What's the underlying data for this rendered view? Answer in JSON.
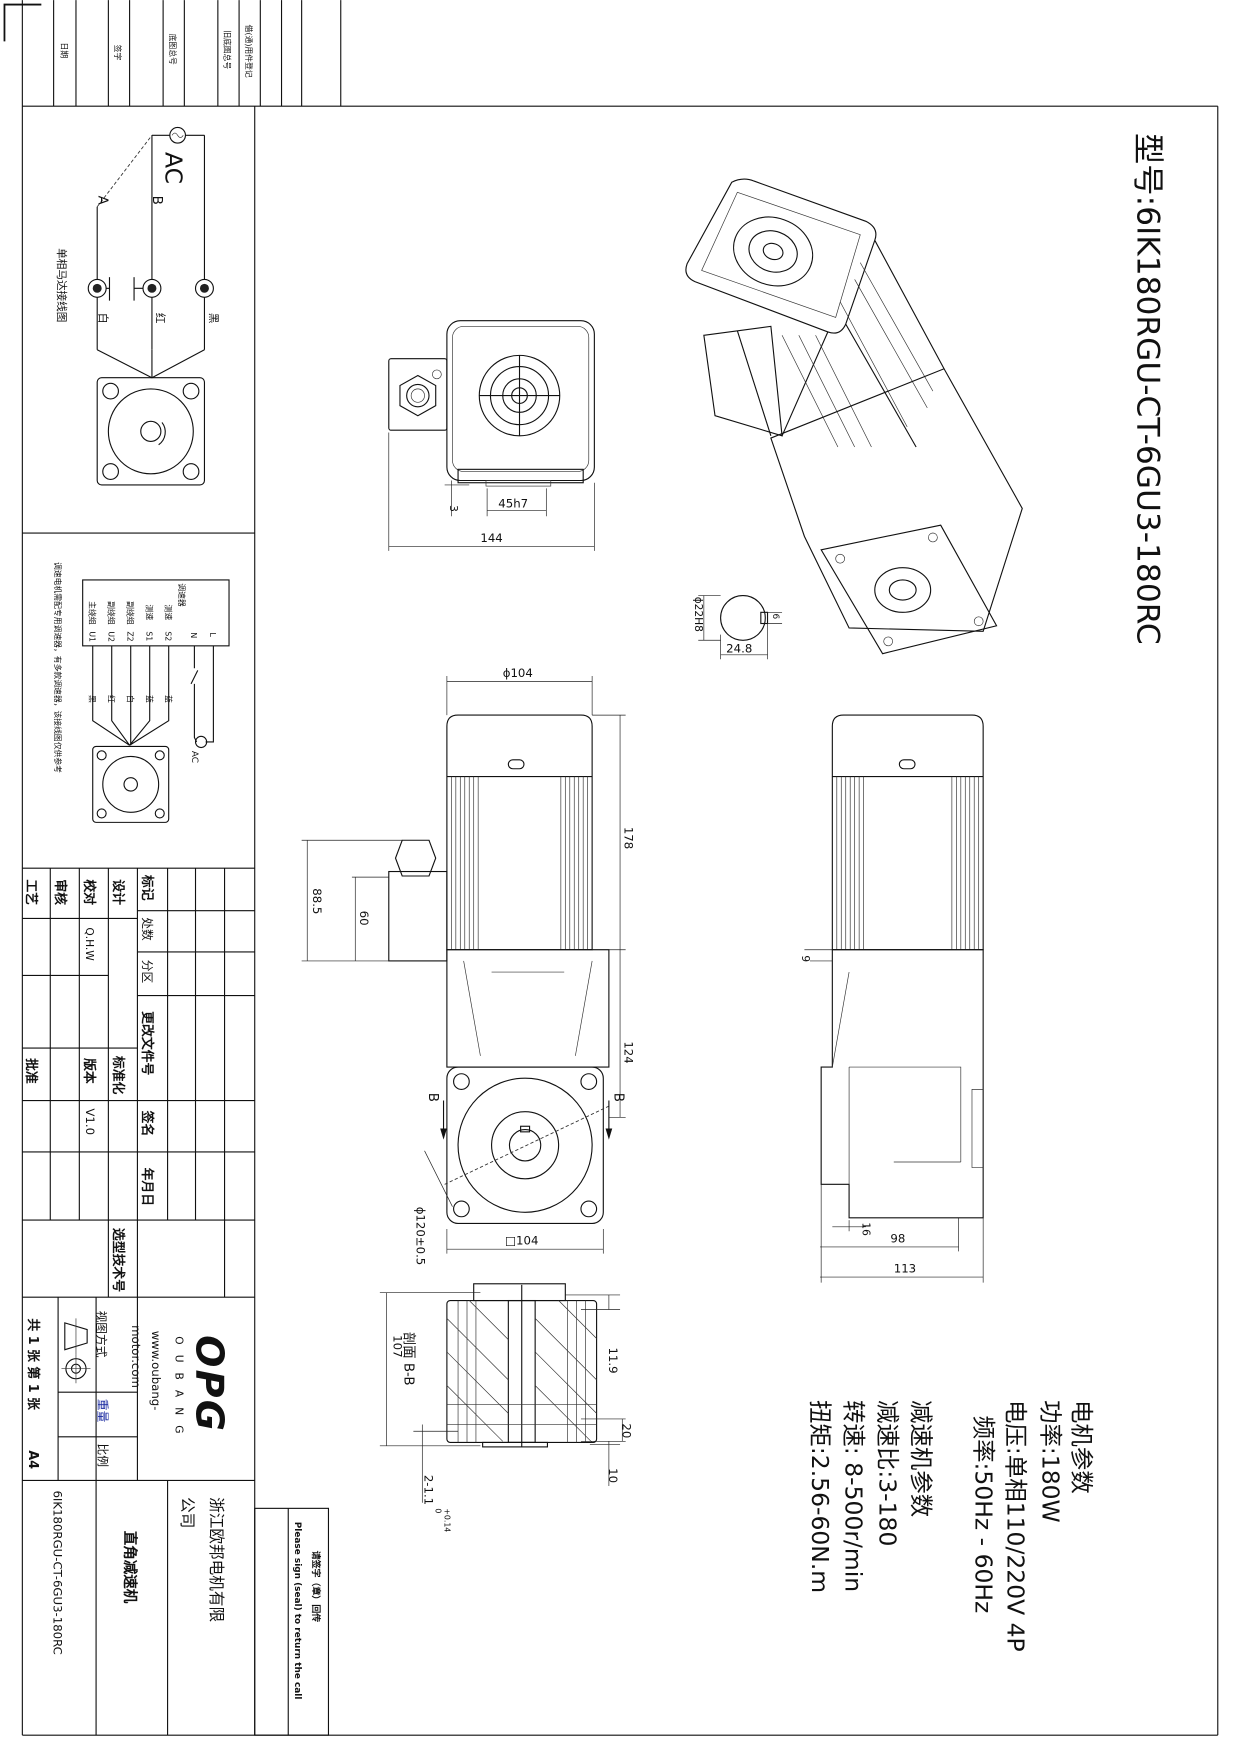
{
  "binding_strip": {
    "labels": [
      "借(通)用件登记",
      "旧底图总号",
      "底图总号",
      "签字",
      "日期"
    ]
  },
  "title": {
    "model_label": "型号:6IK180RGU-CT-6GU3-180RC"
  },
  "motor_params": {
    "heading": "电机参数",
    "power": "功率:180W",
    "voltage": "电压:单相110/220V  4P",
    "frequency": "频率:50Hz - 60Hz"
  },
  "gearbox_params": {
    "heading": "减速机参数",
    "ratio": "减速比:3-180",
    "speed": "转速: 8-500r/min",
    "torque": "扭矩:2.56-60N.m"
  },
  "wiring_single_phase": {
    "title": "单相马达接线图",
    "source": "AC",
    "terminal_a": "A",
    "terminal_b": "B",
    "wire_white": "白",
    "wire_red": "红",
    "wire_black": "黑"
  },
  "wiring_speed_controller": {
    "note": "调速电机需配专用调速器，有多款调速器，该接线图仅供参考",
    "controller": "调速器",
    "terminals": [
      {
        "name": "主绕组",
        "code": "U1",
        "color": "黑"
      },
      {
        "name": "副绕组",
        "code": "U2",
        "color": "红"
      },
      {
        "name": "副绕组",
        "code": "Z2",
        "color": "白"
      },
      {
        "name": "测速",
        "code": "S1",
        "color": "蓝"
      },
      {
        "name": "测速",
        "code": "S2",
        "color": "蓝"
      }
    ],
    "n": "N",
    "l": "L",
    "source": "AC"
  },
  "dimensions": {
    "end_view": {
      "width": "144",
      "pilot": "45h7",
      "offset": "3"
    },
    "shaft": {
      "bore": "ϕ22H8",
      "key_depth": "24.8",
      "key_width": "6"
    },
    "side_view": {
      "motor_dia": "ϕ104",
      "motor_len": "178",
      "gear_len": "124",
      "box_h": "88.5",
      "box_w": "60",
      "pcd": "ϕ120±0.5",
      "flange": "□104",
      "section_mark": "B"
    },
    "section": {
      "label": "剖面 B-B",
      "height": "107",
      "d1": "11.9",
      "d2": "20",
      "d3": "10",
      "holes": "2-1.1",
      "tol_upper": "+0.14",
      "tol_lower": "0"
    },
    "right_view": {
      "d1": "9",
      "d2": "16",
      "d3": "98",
      "d4": "113"
    }
  },
  "revision_table": {
    "headers": [
      "标记",
      "处数",
      "分区",
      "更改文件号",
      "签名",
      "年月日"
    ]
  },
  "approval": {
    "design": "设计",
    "check": "校对",
    "check_value": "Q.H.W",
    "review": "审核",
    "process": "工艺",
    "standard": "标准化",
    "version_label": "版本",
    "version": "V1.0",
    "approve": "批准",
    "selection_no": "选型技术号"
  },
  "title_block": {
    "brand": "OPG",
    "brand_sub": "O U B A N G",
    "website_1": "www.oubang-",
    "website_2": "motor.com",
    "view_method": "视图方式",
    "weight": "重量",
    "scale": "比例",
    "sheets": "共 1 张 第 1 张",
    "paper": "A4",
    "company_line1": "浙江欧邦电机有限",
    "company_line2": "公司",
    "product": "直角减速机",
    "drawing_no": "6IK180RGU-CT-6GU3-180RC"
  },
  "sign_box": {
    "cn": "请签字（章）回传",
    "en": "Please sign (seal) to return the call"
  }
}
